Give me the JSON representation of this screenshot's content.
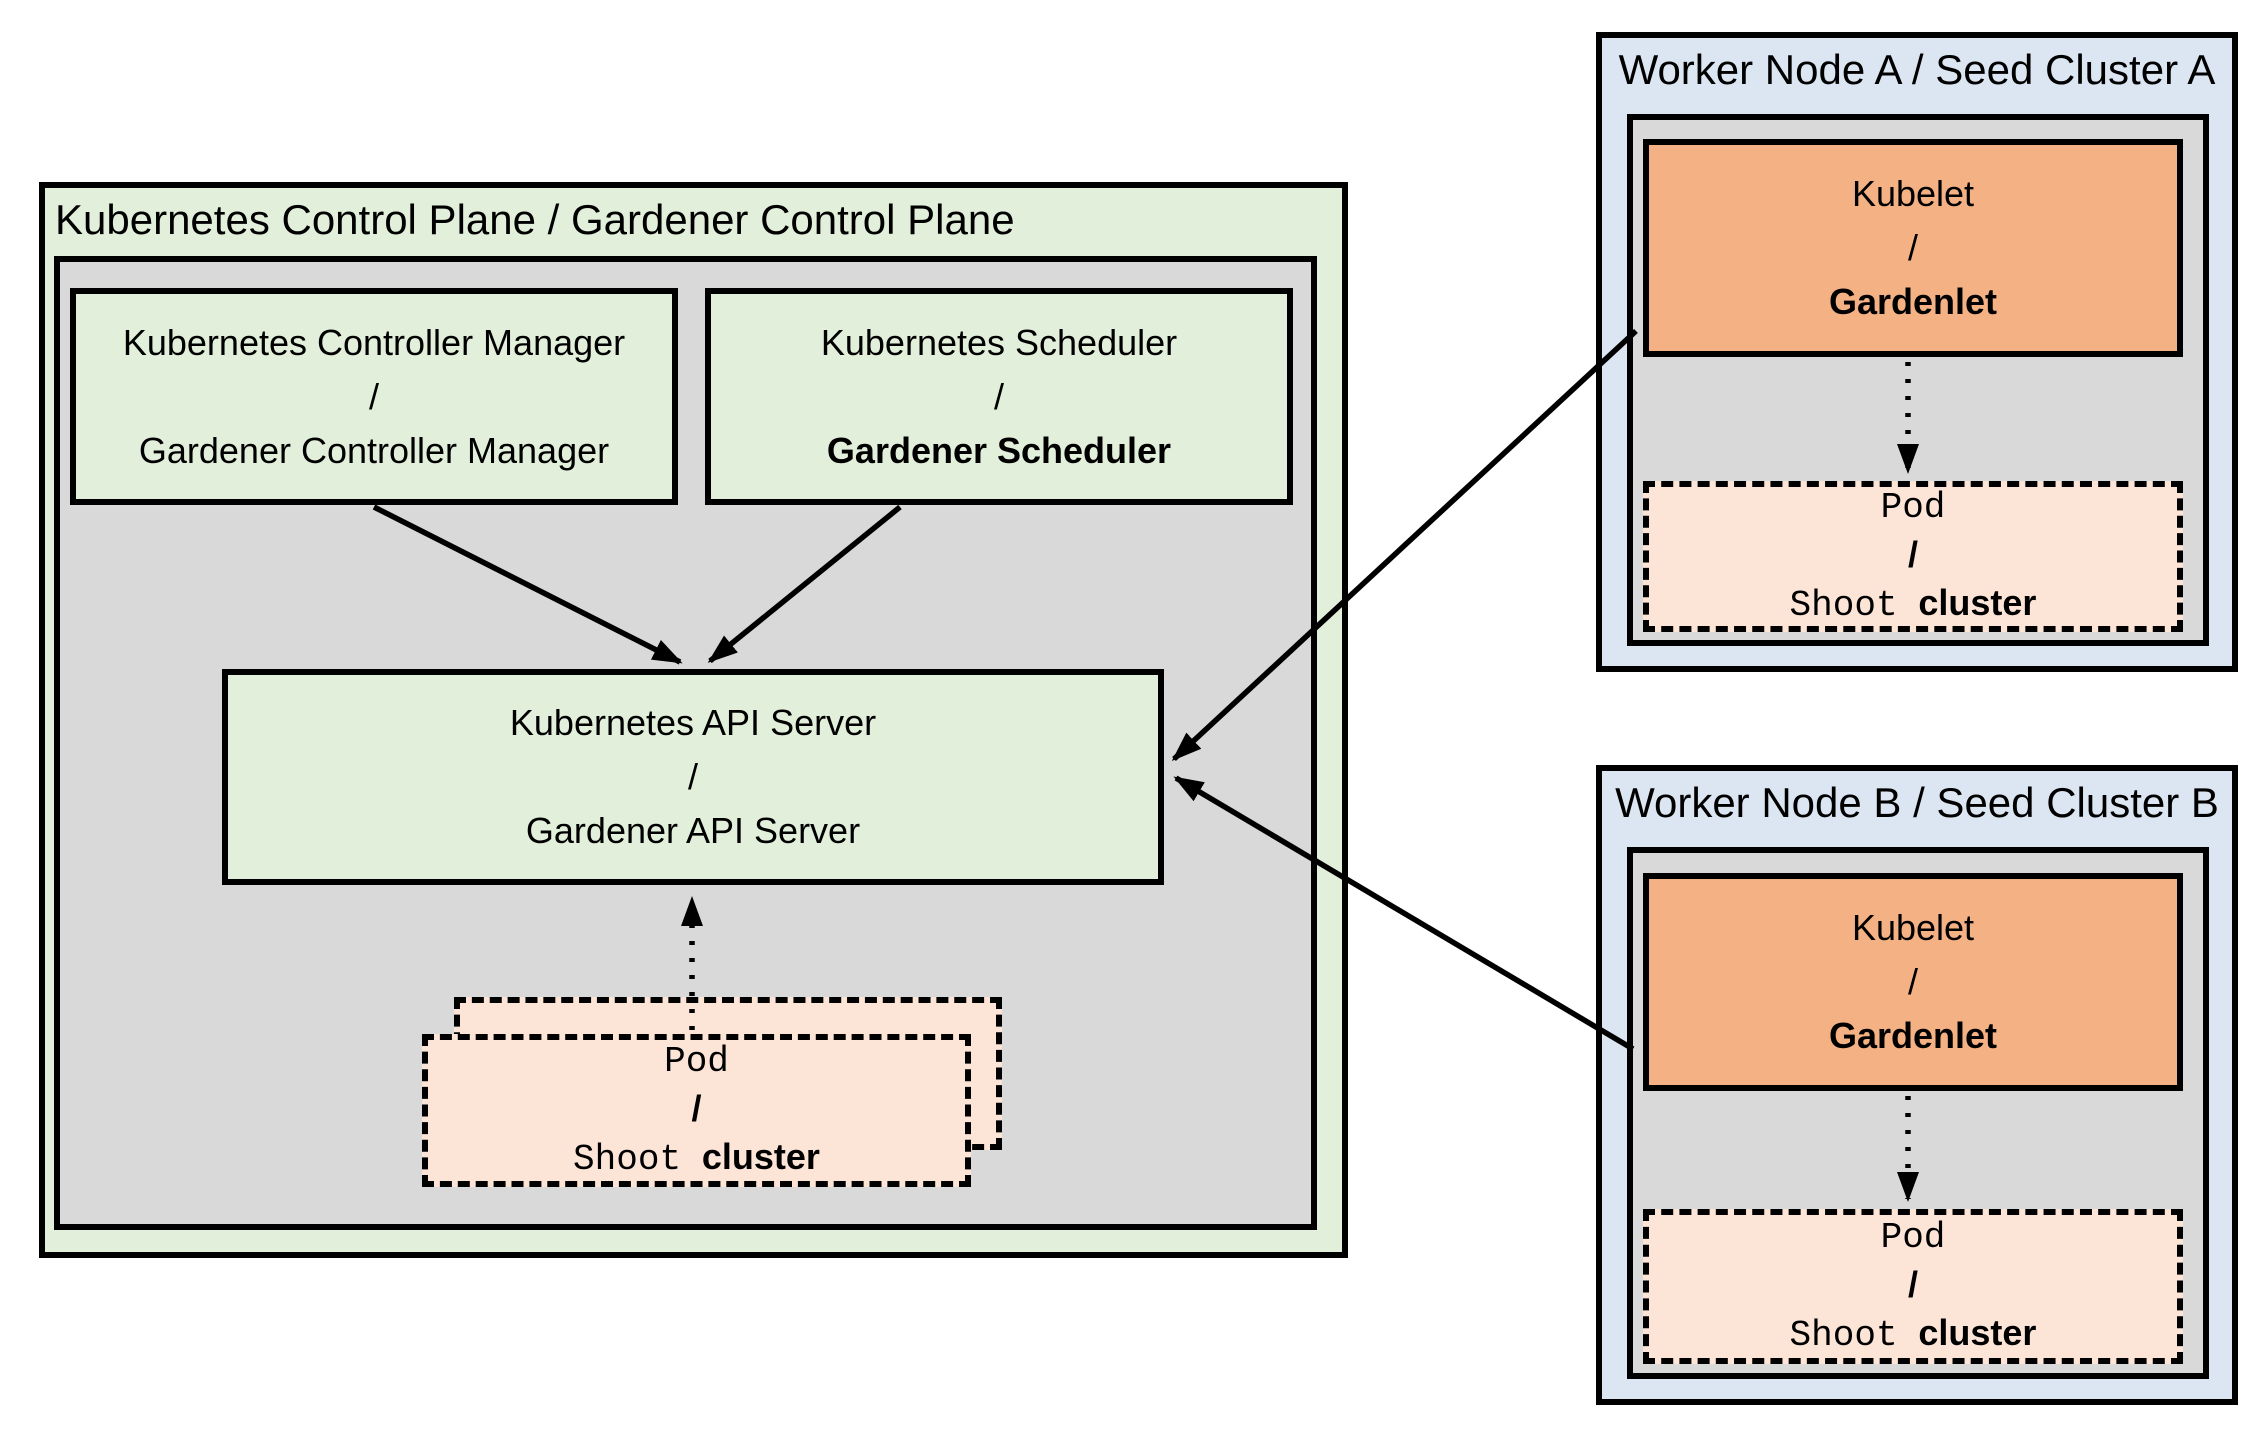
{
  "colors": {
    "control_plane_green": "#e2efda",
    "panel_gray": "#d9d9d9",
    "worker_node_blue": "#dce6f2",
    "kubelet_orange": "#f4b183",
    "pod_peach": "#fce4d6",
    "border_black": "#000000"
  },
  "control_plane": {
    "title": "Kubernetes Control Plane / Gardener Control Plane",
    "controller_manager_box": {
      "line1": "Kubernetes Controller Manager",
      "separator": "/",
      "line2": "Gardener Controller Manager"
    },
    "scheduler_box": {
      "line1": "Kubernetes Scheduler",
      "separator": "/",
      "line2": "Gardener Scheduler"
    },
    "api_server_box": {
      "line1": "Kubernetes API Server",
      "separator": "/",
      "line2": "Gardener API Server"
    },
    "pod_box": {
      "line1": "Pod",
      "separator": "/",
      "line2_code": "Shoot",
      "line2_text": "cluster"
    }
  },
  "worker_node_a": {
    "title": "Worker Node A / Seed Cluster A",
    "kubelet_box": {
      "line1": "Kubelet",
      "separator": "/",
      "line2": "Gardenlet"
    },
    "pod_box": {
      "line1": "Pod",
      "separator": "/",
      "line2_code": "Shoot",
      "line2_text": "cluster"
    }
  },
  "worker_node_b": {
    "title": "Worker Node B / Seed Cluster B",
    "kubelet_box": {
      "line1": "Kubelet",
      "separator": "/",
      "line2": "Gardenlet"
    },
    "pod_box": {
      "line1": "Pod",
      "separator": "/",
      "line2_code": "Shoot",
      "line2_text": "cluster"
    }
  }
}
